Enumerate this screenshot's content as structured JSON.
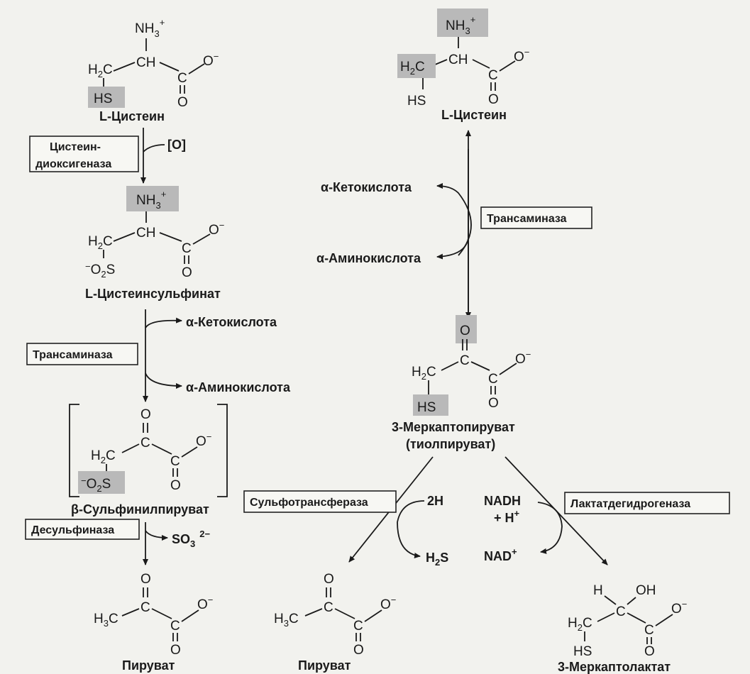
{
  "atoms": {
    "nh3": "NH",
    "nh3_sub": "3",
    "nh3_sup": "+",
    "ch": "CH",
    "h2c": "H",
    "h2c_sub": "2",
    "h2c_c": "C",
    "c": "C",
    "o": "O",
    "o_minus": "O",
    "minus": "−",
    "hs": "HS",
    "h": "H",
    "oh": "OH",
    "o2s": "O",
    "o2s_sub": "2",
    "o2s_s": "S",
    "h3c": "H",
    "h3c_sub": "3",
    "h3c_c": "C",
    "s": "S",
    "neg": "−"
  },
  "compounds": {
    "cysteine_left": "L-Цистеин",
    "cysteine_right": "L-Цистеин",
    "cysteinesulfinate": "L-Цистеинсульфинат",
    "sulfinylpyruvate": "β-Сульфинилпируват",
    "pyruvate_left": "Пируват",
    "pyruvate_mid": "Пируват",
    "mercaptopyruvate_1": "3-Меркаптопируват",
    "mercaptopyruvate_2": "(тиолпируват)",
    "mercaptolactate": "3-Меркаптолактат"
  },
  "enzymes": {
    "cdo_1": "Цистеин-",
    "cdo_2": "диоксигеназа",
    "transaminase_left": "Трансаминаза",
    "transaminase_right": "Трансаминаза",
    "desulfinase": "Десульфиназа",
    "sulfotransferase": "Сульфотрансфераза",
    "ldh": "Лактатдегидрогеназа"
  },
  "cofactors": {
    "oxygen": "[O]",
    "keto_left": "α-Кетокислота",
    "amino_left": "α-Аминокислота",
    "keto_right": "α-Кетокислота",
    "amino_right": "α-Аминокислота",
    "so3": "SO",
    "so3_sub": "3",
    "so3_sup": "2−",
    "two_h": "2H",
    "h2s": "H",
    "h2s_sub": "2",
    "h2s_s": "S",
    "nadh": "NADH",
    "plus_h": "+ H",
    "plus_h_sup": "+",
    "nad": "NAD",
    "nad_sup": "+"
  }
}
